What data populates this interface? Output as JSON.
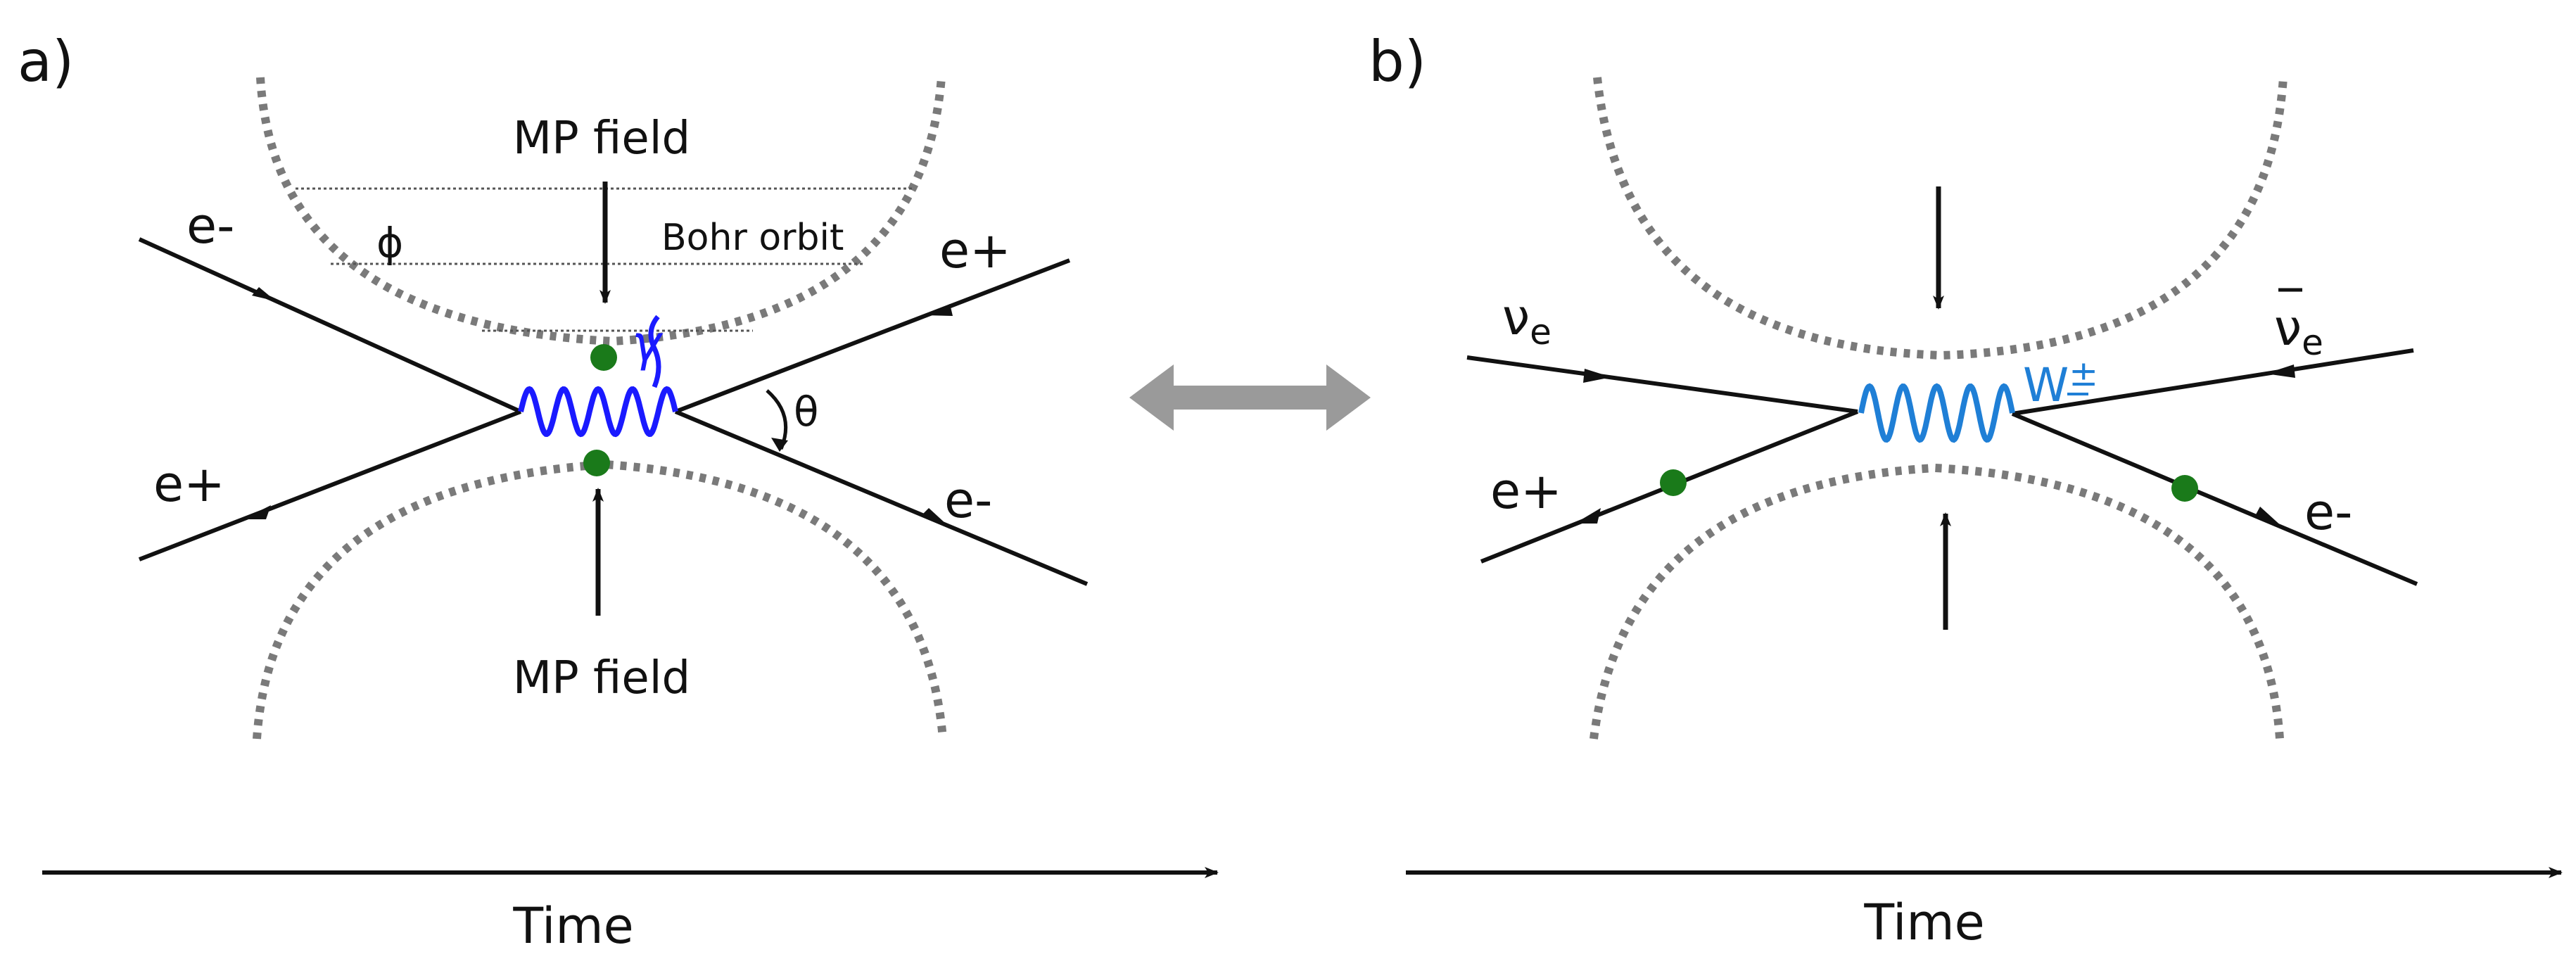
{
  "panel_a": {
    "label": "a)",
    "field_top": "MP field",
    "field_bottom": "MP field",
    "phi": "ϕ",
    "bohr": "Bohr orbit",
    "gamma": "γ",
    "theta": "θ",
    "in_left": "e-",
    "in_right": "e+",
    "out_left": "e+",
    "out_right": "e-",
    "time": "Time"
  },
  "panel_b": {
    "label": "b)",
    "nu_symbol": "ν",
    "nu_sub": "e",
    "nubar_symbol": "ν",
    "nubar_sub": "e",
    "boson": "W",
    "boson_sup": "±",
    "out_left": "e+",
    "out_right": "e-",
    "time": "Time"
  },
  "colors": {
    "line": "#111111",
    "dotted": "#7a7a7a",
    "photon": "#1a1aff",
    "w_boson": "#1f7fd6",
    "green": "#1a7a1a",
    "double_arrow": "#9a9a9a"
  }
}
